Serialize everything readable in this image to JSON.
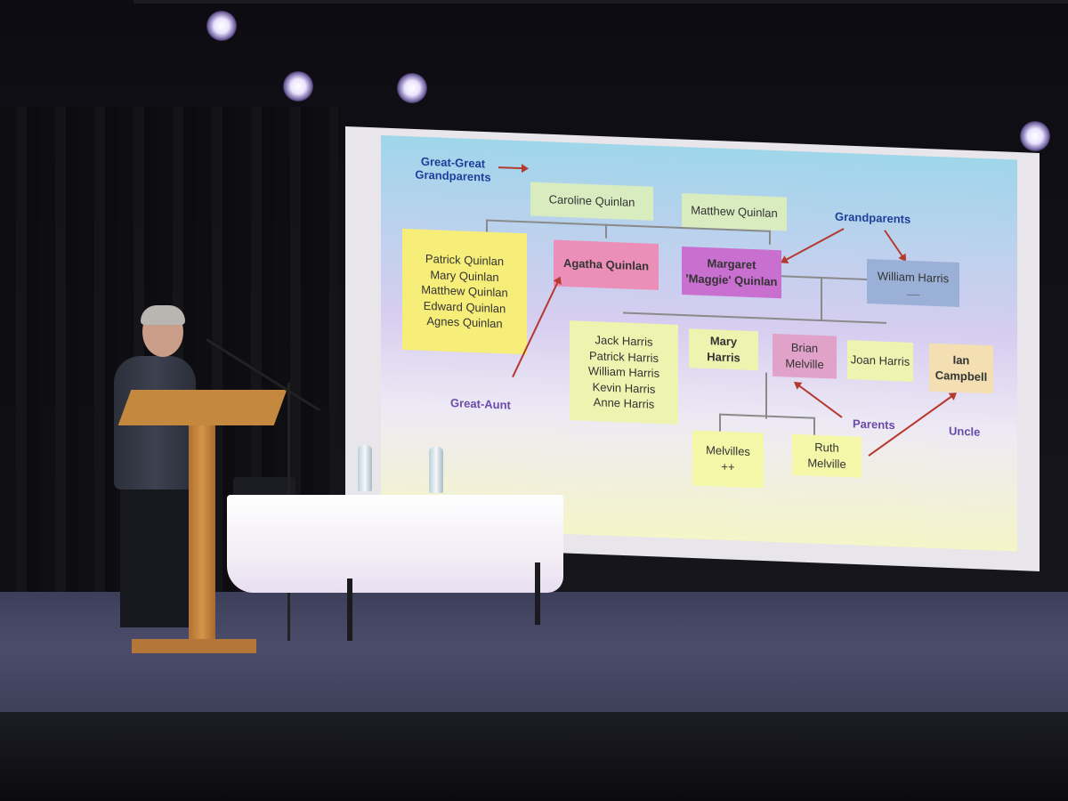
{
  "slide": {
    "headings": {
      "great_great": "Great-Great Grandparents",
      "grandparents": "Grandparents",
      "great_aunt": "Great-Aunt",
      "parents": "Parents",
      "uncle": "Uncle"
    },
    "caroline": "Caroline Quinlan",
    "matthew": "Matthew Quinlan",
    "quinlan_siblings": [
      "Patrick Quinlan",
      "Mary Quinlan",
      "Matthew Quinlan",
      "Edward Quinlan",
      "Agnes Quinlan"
    ],
    "agatha": "Agatha Quinlan",
    "margaret": [
      "Margaret",
      "'Maggie' Quinlan"
    ],
    "william": "William Harris",
    "william_sub": "___",
    "harris_siblings": [
      "Jack Harris",
      "Patrick Harris",
      "William Harris",
      "Kevin Harris",
      "Anne Harris"
    ],
    "mary": [
      "Mary",
      "Harris"
    ],
    "brian": [
      "Brian",
      "Melville"
    ],
    "joan": "Joan Harris",
    "ian": [
      "Ian",
      "Campbell"
    ],
    "melvilles": [
      "Melvilles",
      "++"
    ],
    "ruth": [
      "Ruth",
      "Melville"
    ]
  },
  "colors": {
    "heading_blue": "#1d3f9a",
    "heading_purple": "#6a4aa8",
    "arrow_red": "#b5392e",
    "box_yellow": "#f7ee7a",
    "box_pale_yellow": "#eef3b0",
    "box_pink": "#ec8fb8",
    "box_magenta": "#c86fd0",
    "box_blue_grey": "#9bb0d6",
    "box_tan": "#f3dfb2"
  }
}
